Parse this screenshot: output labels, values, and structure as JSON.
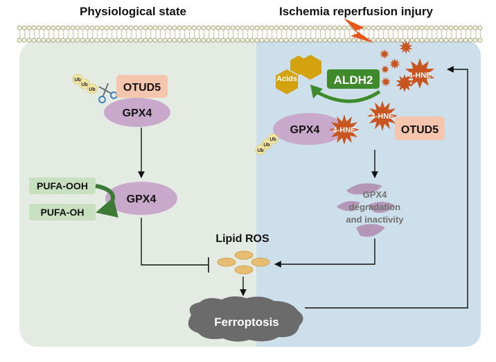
{
  "headings": {
    "left": "Physiological state",
    "right": "Ischemia reperfusion injury"
  },
  "left_panel": {
    "ub_labels": [
      "Ub",
      "Ub",
      "Ub"
    ],
    "otud5": "OTUD5",
    "gpx4_top": "GPX4",
    "gpx4_mid": "GPX4",
    "pufa_ooh": "PUFA-OOH",
    "pufa_oh": "PUFA-OH"
  },
  "right_panel": {
    "acids": "Acids",
    "aldh2": "ALDH2",
    "hne_top": "4-HNE",
    "hne_gpx": "4-HNE",
    "hne_otud": "4-HNE",
    "gpx4": "GPX4",
    "otud5": "OTUD5",
    "ub_labels": [
      "Ub",
      "Ub",
      "Ub"
    ],
    "degradation_lines": [
      "GPX4",
      "degradation",
      "and inactivity"
    ]
  },
  "center": {
    "lipid_ros": "Lipid ROS",
    "ferroptosis": "Ferroptosis"
  },
  "colors": {
    "left_bg": "#e3ebe2",
    "right_bg": "#cddfea",
    "gpx4_fill": "#c9a9cb",
    "otud5_fill": "#f6c5ad",
    "hne_fill": "#c8541f",
    "acid_fill": "#d4a20f",
    "aldh2_fill": "#3f8a2a",
    "pufa_fill": "#c9e0c0",
    "pufa_arrow": "#3d7a35",
    "ros_fill": "#e7bd73",
    "cloud_fill": "#6b6b6b",
    "lightning": "#e8551c"
  }
}
